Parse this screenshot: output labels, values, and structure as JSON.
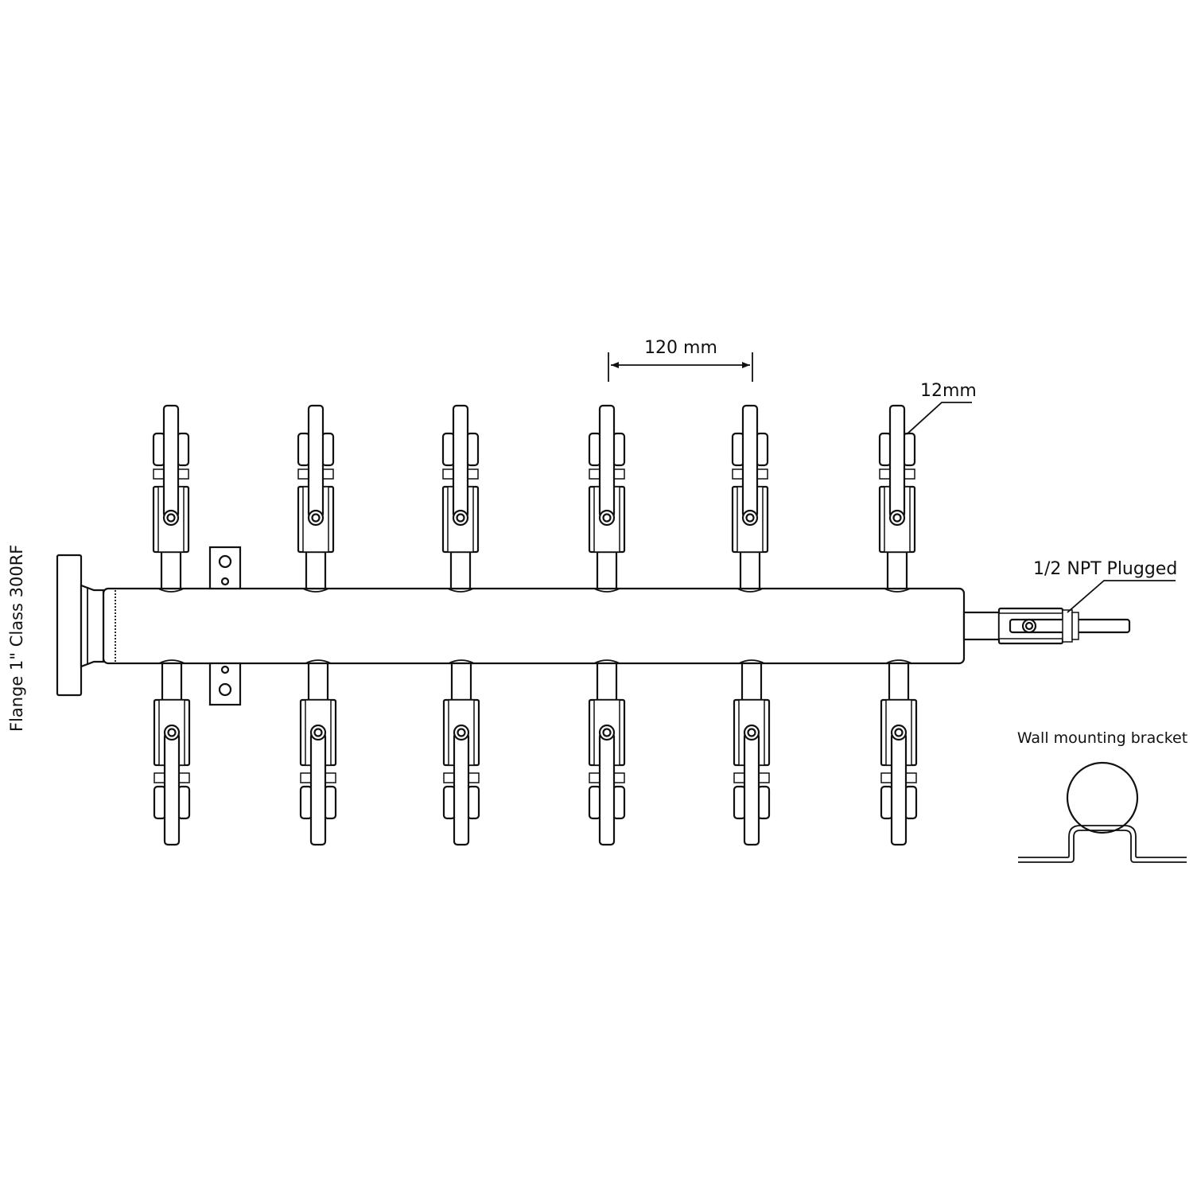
{
  "labels": {
    "spacing": "120 mm",
    "tube": "12mm",
    "outlet": "1/2 NPT Plugged",
    "flange": "Flange 1\" Class 300RF",
    "bracket": "Wall mounting bracket"
  },
  "manifold": {
    "valves_top": 6,
    "valves_bottom": 6,
    "valve_spacing_mm": 120,
    "tube_od_mm": 12
  }
}
